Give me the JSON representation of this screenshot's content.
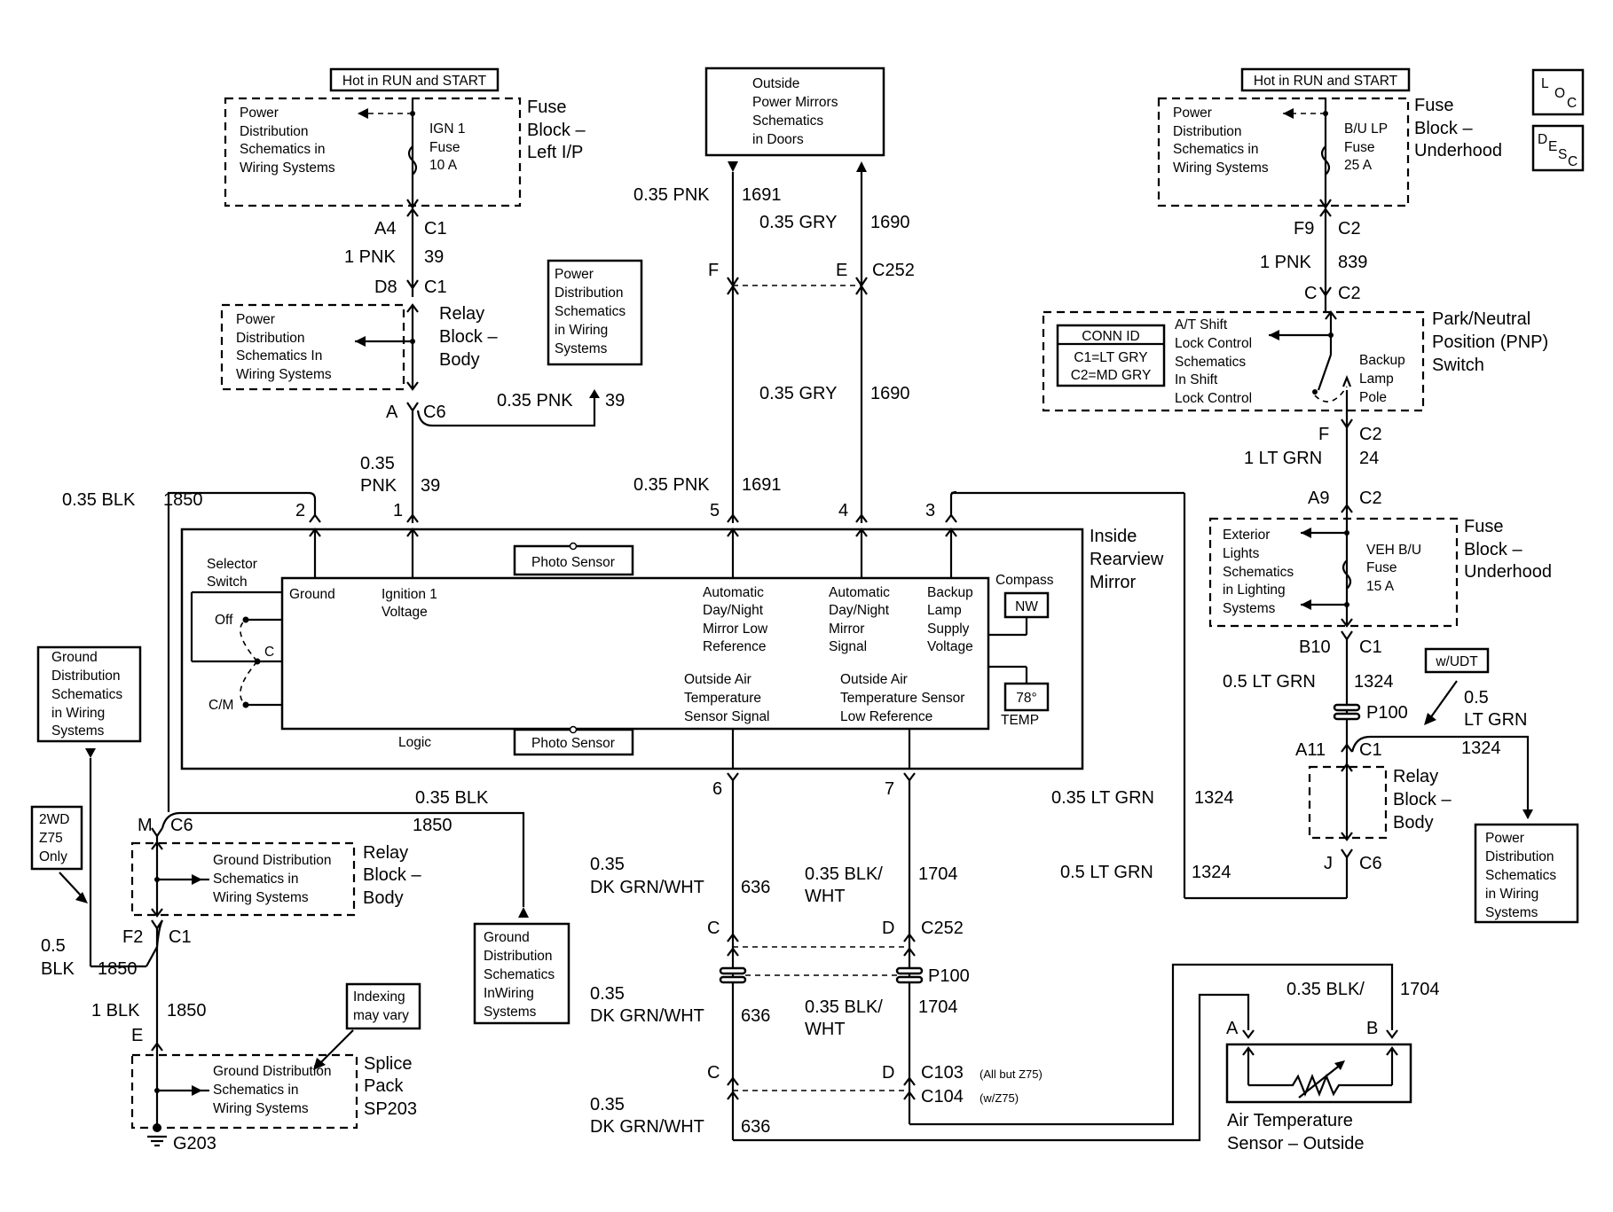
{
  "wire": {
    "fuse_lip_hot": "Hot in RUN and START",
    "pd_line1": "Power",
    "pd_line2": "Distribution",
    "pd_line3": "Schematics in",
    "pd_line4": "Wiring Systems",
    "ign1_fuse_1": "IGN 1",
    "ign1_fuse_2": "Fuse",
    "ign1_fuse_3": "10 A",
    "fuse_block": "Fuse",
    "block_dash": "Block –",
    "left_ip": "Left I/P",
    "a4": "A4",
    "c1": "C1",
    "one_pnk": "1 PNK",
    "n39": "39",
    "d8": "D8",
    "relay": "Relay",
    "body": "Body",
    "pd2_line3": "Schematics In",
    "a": "A",
    "c6": "C6",
    "pnk035": "0.35 PNK",
    "pnk035a": "0.35",
    "pnk035b": "PNK",
    "pdbox_1": "Power",
    "pdbox_2": "Distribution",
    "pdbox_3": "Schematics",
    "pdbox_4": "in Wiring",
    "pdbox_5": "Systems",
    "outside_1": "Outside",
    "outside_2": "Power Mirrors",
    "outside_3": "Schematics",
    "outside_4": "in Doors",
    "n1691": "1691",
    "gry035": "0.35 GRY",
    "n1690": "1690",
    "f": "F",
    "e": "E",
    "c252": "C252",
    "uh_hot": "Hot in RUN and START",
    "bu_1": "B/U LP",
    "bu_2": "Fuse",
    "bu_3": "25 A",
    "underhood": "Underhood",
    "f9": "F9",
    "c2": "C2",
    "n839": "839",
    "c": "C",
    "conn_id": "CONN ID",
    "conn_c1": "C1=LT GRY",
    "conn_c2": "C2=MD GRY",
    "at_1": "A/T Shift",
    "at_2": "Lock Control",
    "at_3": "Schematics",
    "at_4": "In Shift",
    "at_5": "Lock Control",
    "bl_1": "Backup",
    "bl_2": "Lamp",
    "bl_3": "Pole",
    "pnp_1": "Park/Neutral",
    "pnp_2": "Position (PNP)",
    "pnp_3": "Switch",
    "one_lt_grn": "1 LT GRN",
    "n24": "24",
    "a9": "A9",
    "ext_1": "Exterior",
    "ext_2": "Lights",
    "ext_3": "Schematics",
    "ext_4": "in Lighting",
    "ext_5": "Systems",
    "veh_1": "VEH B/U",
    "veh_2": "Fuse",
    "veh_3": "15 A",
    "b10": "B10",
    "lt_grn_05": "0.5 LT GRN",
    "n1324": "1324",
    "p100": "P100",
    "wudt": "w/UDT",
    "half": "0.5",
    "lt_grn": "LT GRN",
    "a11": "A11",
    "j": "J",
    "lt_grn_035": "0.35 LT GRN",
    "blk035": "0.35 BLK",
    "n1850": "1850",
    "pin2": "2",
    "pin1": "1",
    "pin5": "5",
    "pin4": "4",
    "pin3": "3",
    "pin6": "6",
    "pin7": "7",
    "inside_1": "Inside",
    "inside_2": "Rearview",
    "inside_3": "Mirror",
    "photo_sensor": "Photo Sensor",
    "selector_1": "Selector",
    "selector_2": "Switch",
    "ground": "Ground",
    "ign_v_1": "Ignition 1",
    "ign_v_2": "Voltage",
    "adn_low_1": "Automatic",
    "adn_low_2": "Day/Night",
    "adn_low_3": "Mirror Low",
    "adn_low_4": "Reference",
    "adn_sig_1": "Automatic",
    "adn_sig_2": "Day/Night",
    "adn_sig_3": "Mirror",
    "adn_sig_4": "Signal",
    "bls_1": "Backup",
    "bls_2": "Lamp",
    "bls_3": "Supply",
    "bls_4": "Voltage",
    "compass": "Compass",
    "nw": "NW",
    "oat_sig_1": "Outside Air",
    "oat_sig_2": "Temperature",
    "oat_sig_3": "Sensor Signal",
    "oat_low_1": "Outside Air",
    "oat_low_2": "Temperature Sensor",
    "oat_low_3": "Low Reference",
    "temp_val": "78°",
    "temp": "TEMP",
    "off": "Off",
    "cm": "C/M",
    "logic": "Logic",
    "gd_1": "Ground",
    "gd_2": "Distribution",
    "gd_3": "Schematics",
    "gd_4": "in Wiring",
    "gd_5": "Systems",
    "gd2_4": "InWiring",
    "m": "M",
    "gds_1": "Ground Distribution",
    "gds_2": "Schematics in",
    "gds_3": "Wiring Systems",
    "twowd_1": "2WD",
    "twowd_2": "Z75",
    "twowd_3": "Only",
    "f2": "F2",
    "blk": "BLK",
    "one_blk": "1 BLK",
    "indexing_1": "Indexing",
    "indexing_2": "may vary",
    "splice": "Splice",
    "pack": "Pack",
    "sp203": "SP203",
    "g203": "G203",
    "dkgrn_035": "0.35",
    "dkgrn": "DK GRN/WHT",
    "n636": "636",
    "blkwht_1": "0.35 BLK/",
    "blkwht_2": "WHT",
    "n1704": "1704",
    "d": "D",
    "c103": "C103",
    "c103_note": "(All but Z75)",
    "c104": "C104",
    "c104_note": "(w/Z75)",
    "b": "B",
    "ats_1": "Air Temperature",
    "ats_2": "Sensor – Outside",
    "loc_l": "L",
    "loc_o": "O",
    "loc_c": "C",
    "desc_d": "D",
    "desc_e": "E",
    "desc_s": "S",
    "desc_c": "C"
  }
}
